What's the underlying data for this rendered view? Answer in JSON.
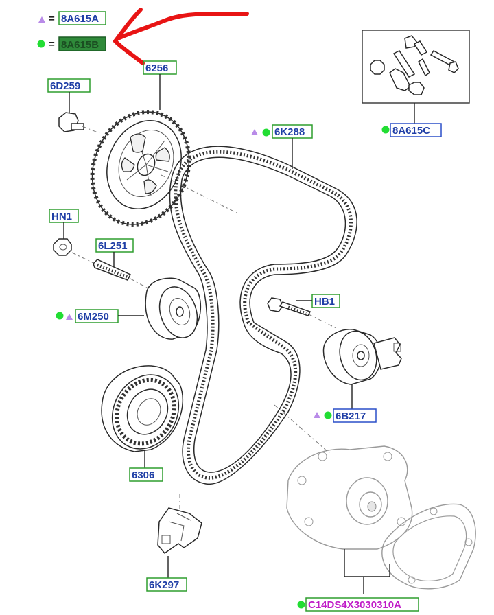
{
  "legend": {
    "triangle_code": "8A615A",
    "circle_code": "8A615B",
    "equals": "="
  },
  "labels": {
    "p6256": "6256",
    "p6D259": "6D259",
    "p8A615C": "8A615C",
    "p6K288": "6K288",
    "pHN1": "HN1",
    "p6L251": "6L251",
    "p6M250": "6M250",
    "pHB1": "HB1",
    "p6B217": "6B217",
    "p6306": "6306",
    "p6K297": "6K297",
    "pC14": "C14DS4X3030310A"
  },
  "colors": {
    "label_text": "#1f3ea6",
    "label_box_green": "#2e9e2e",
    "label_box_blue": "#2a4fc8",
    "highlight_fill": "#2f8a3a",
    "circle_marker": "#22dd33",
    "triangle_marker": "#b98be8",
    "magenta_label": "#c01cc8",
    "red_arrow": "#e81414"
  }
}
